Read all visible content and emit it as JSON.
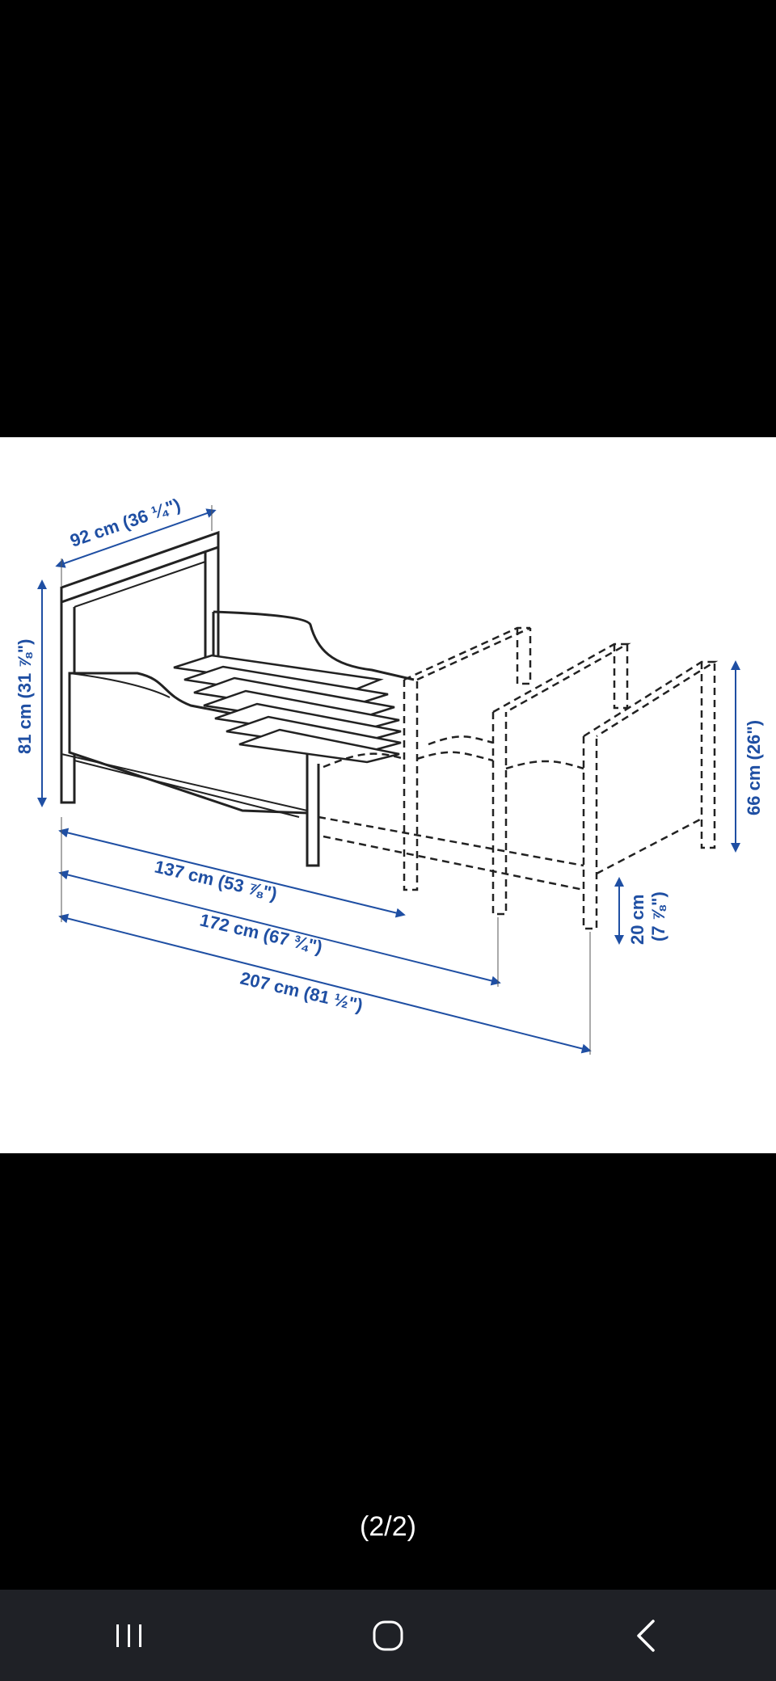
{
  "viewer": {
    "page_indicator": "(2/2)"
  },
  "figure": {
    "dimensions": {
      "width": "92 cm (36 ¼\")",
      "height": "81 cm (31 ⅞\")",
      "length_short": "137 cm (53 ⅞\")",
      "length_mid": "172 cm (67 ¾\")",
      "length_long": "207 cm (81 ½\")",
      "footboard_height": "66 cm (26\")",
      "leg_height": "20 cm",
      "leg_height_in": "(7 ⅞\")"
    },
    "dimension_color": "#1f4fa3"
  },
  "navbar": {
    "recents_icon": "recents-icon",
    "home_icon": "home-icon",
    "back_icon": "back-icon",
    "background": "#1f2126"
  }
}
